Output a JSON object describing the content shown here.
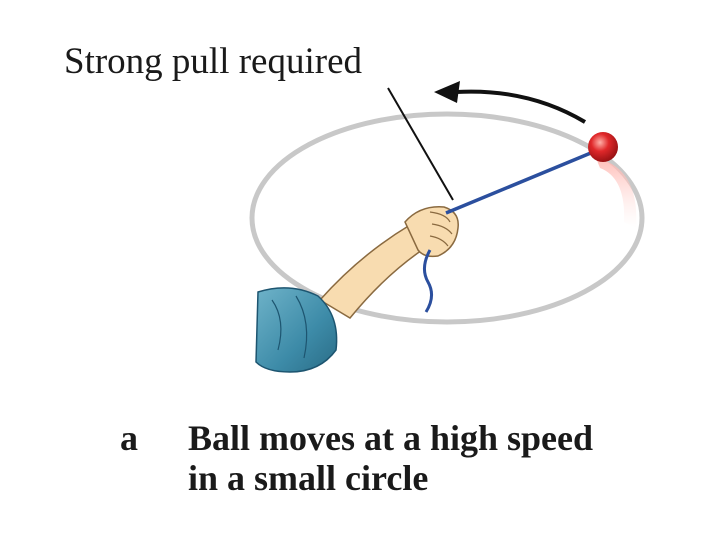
{
  "diagram": {
    "top_label": "Strong pull required",
    "caption_letter": "a",
    "caption_line1": "Ball moves at a high speed",
    "caption_line2": "in a small circle"
  },
  "colors": {
    "orbit": "#c8c8c8",
    "string": "#2b4f9e",
    "ball": "#e0282a",
    "arrow": "#111111",
    "skin": "#f8dcb0",
    "sleeve": "#3d8ba8"
  }
}
